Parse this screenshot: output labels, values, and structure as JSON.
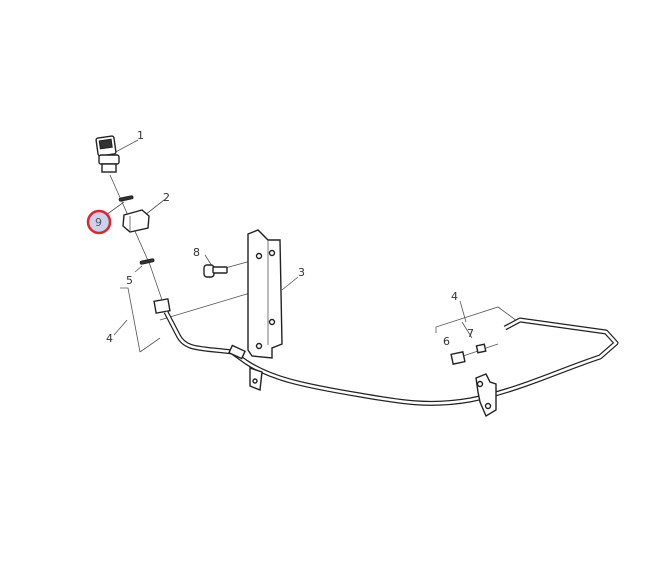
{
  "diagram": {
    "callouts": {
      "c1": "1",
      "c2": "2",
      "c3": "3",
      "c4a": "4",
      "c4b": "4",
      "c5": "5",
      "c6": "6",
      "c7": "7",
      "c8": "8",
      "c9": "9"
    },
    "highlight": {
      "callout": "9",
      "ring_color": "#e0242b",
      "fill_color": "#c9d4ec"
    }
  }
}
